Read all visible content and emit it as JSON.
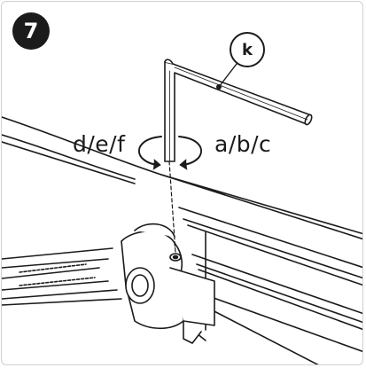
{
  "step": {
    "number": "7"
  },
  "tool_callout": {
    "letter": "k"
  },
  "rotation": {
    "counterclockwise_label": "d/e/f",
    "clockwise_label": "a/b/c"
  },
  "colors": {
    "ink": "#1b1b1b",
    "frame": "#cfcfcf",
    "background": "#ffffff"
  },
  "icons": [
    "allen-key-icon",
    "rotation-arrow-icon",
    "bracket-icon",
    "screw-icon"
  ]
}
